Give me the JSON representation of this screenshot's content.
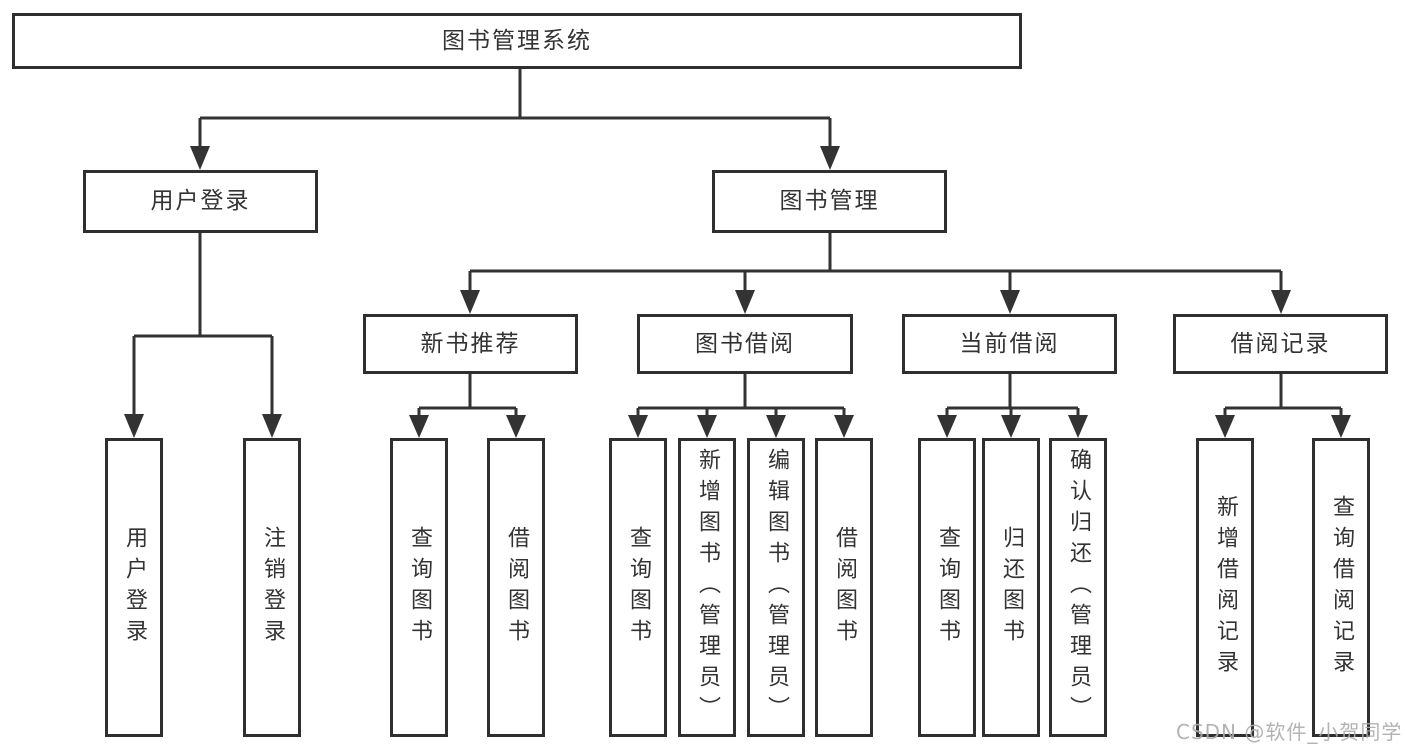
{
  "diagram": {
    "type": "hierarchy",
    "root": {
      "label": "图书管理系统"
    },
    "branches": [
      {
        "label": "用户登录",
        "children": [
          {
            "label": "用户登录"
          },
          {
            "label": "注销登录"
          }
        ]
      },
      {
        "label": "图书管理",
        "children": [
          {
            "label": "新书推荐",
            "children": [
              {
                "label": "查询图书"
              },
              {
                "label": "借阅图书"
              }
            ]
          },
          {
            "label": "图书借阅",
            "children": [
              {
                "label": "查询图书"
              },
              {
                "label": "新增图书（管理员）"
              },
              {
                "label": "编辑图书（管理员）"
              },
              {
                "label": "借阅图书"
              }
            ]
          },
          {
            "label": "当前借阅",
            "children": [
              {
                "label": "查询图书"
              },
              {
                "label": "归还图书"
              },
              {
                "label": "确认归还（管理员）"
              }
            ]
          },
          {
            "label": "借阅记录",
            "children": [
              {
                "label": "新增借阅记录"
              },
              {
                "label": "查询借阅记录"
              }
            ]
          }
        ]
      }
    ]
  },
  "watermark": {
    "text": "CSDN @软件_小贺同学",
    "color": "#ababab"
  },
  "colors": {
    "line": "#333333",
    "box_border": "#2f2f2f",
    "box_background": "#ffffff",
    "text": "#333333",
    "page_background": "#ffffff"
  }
}
